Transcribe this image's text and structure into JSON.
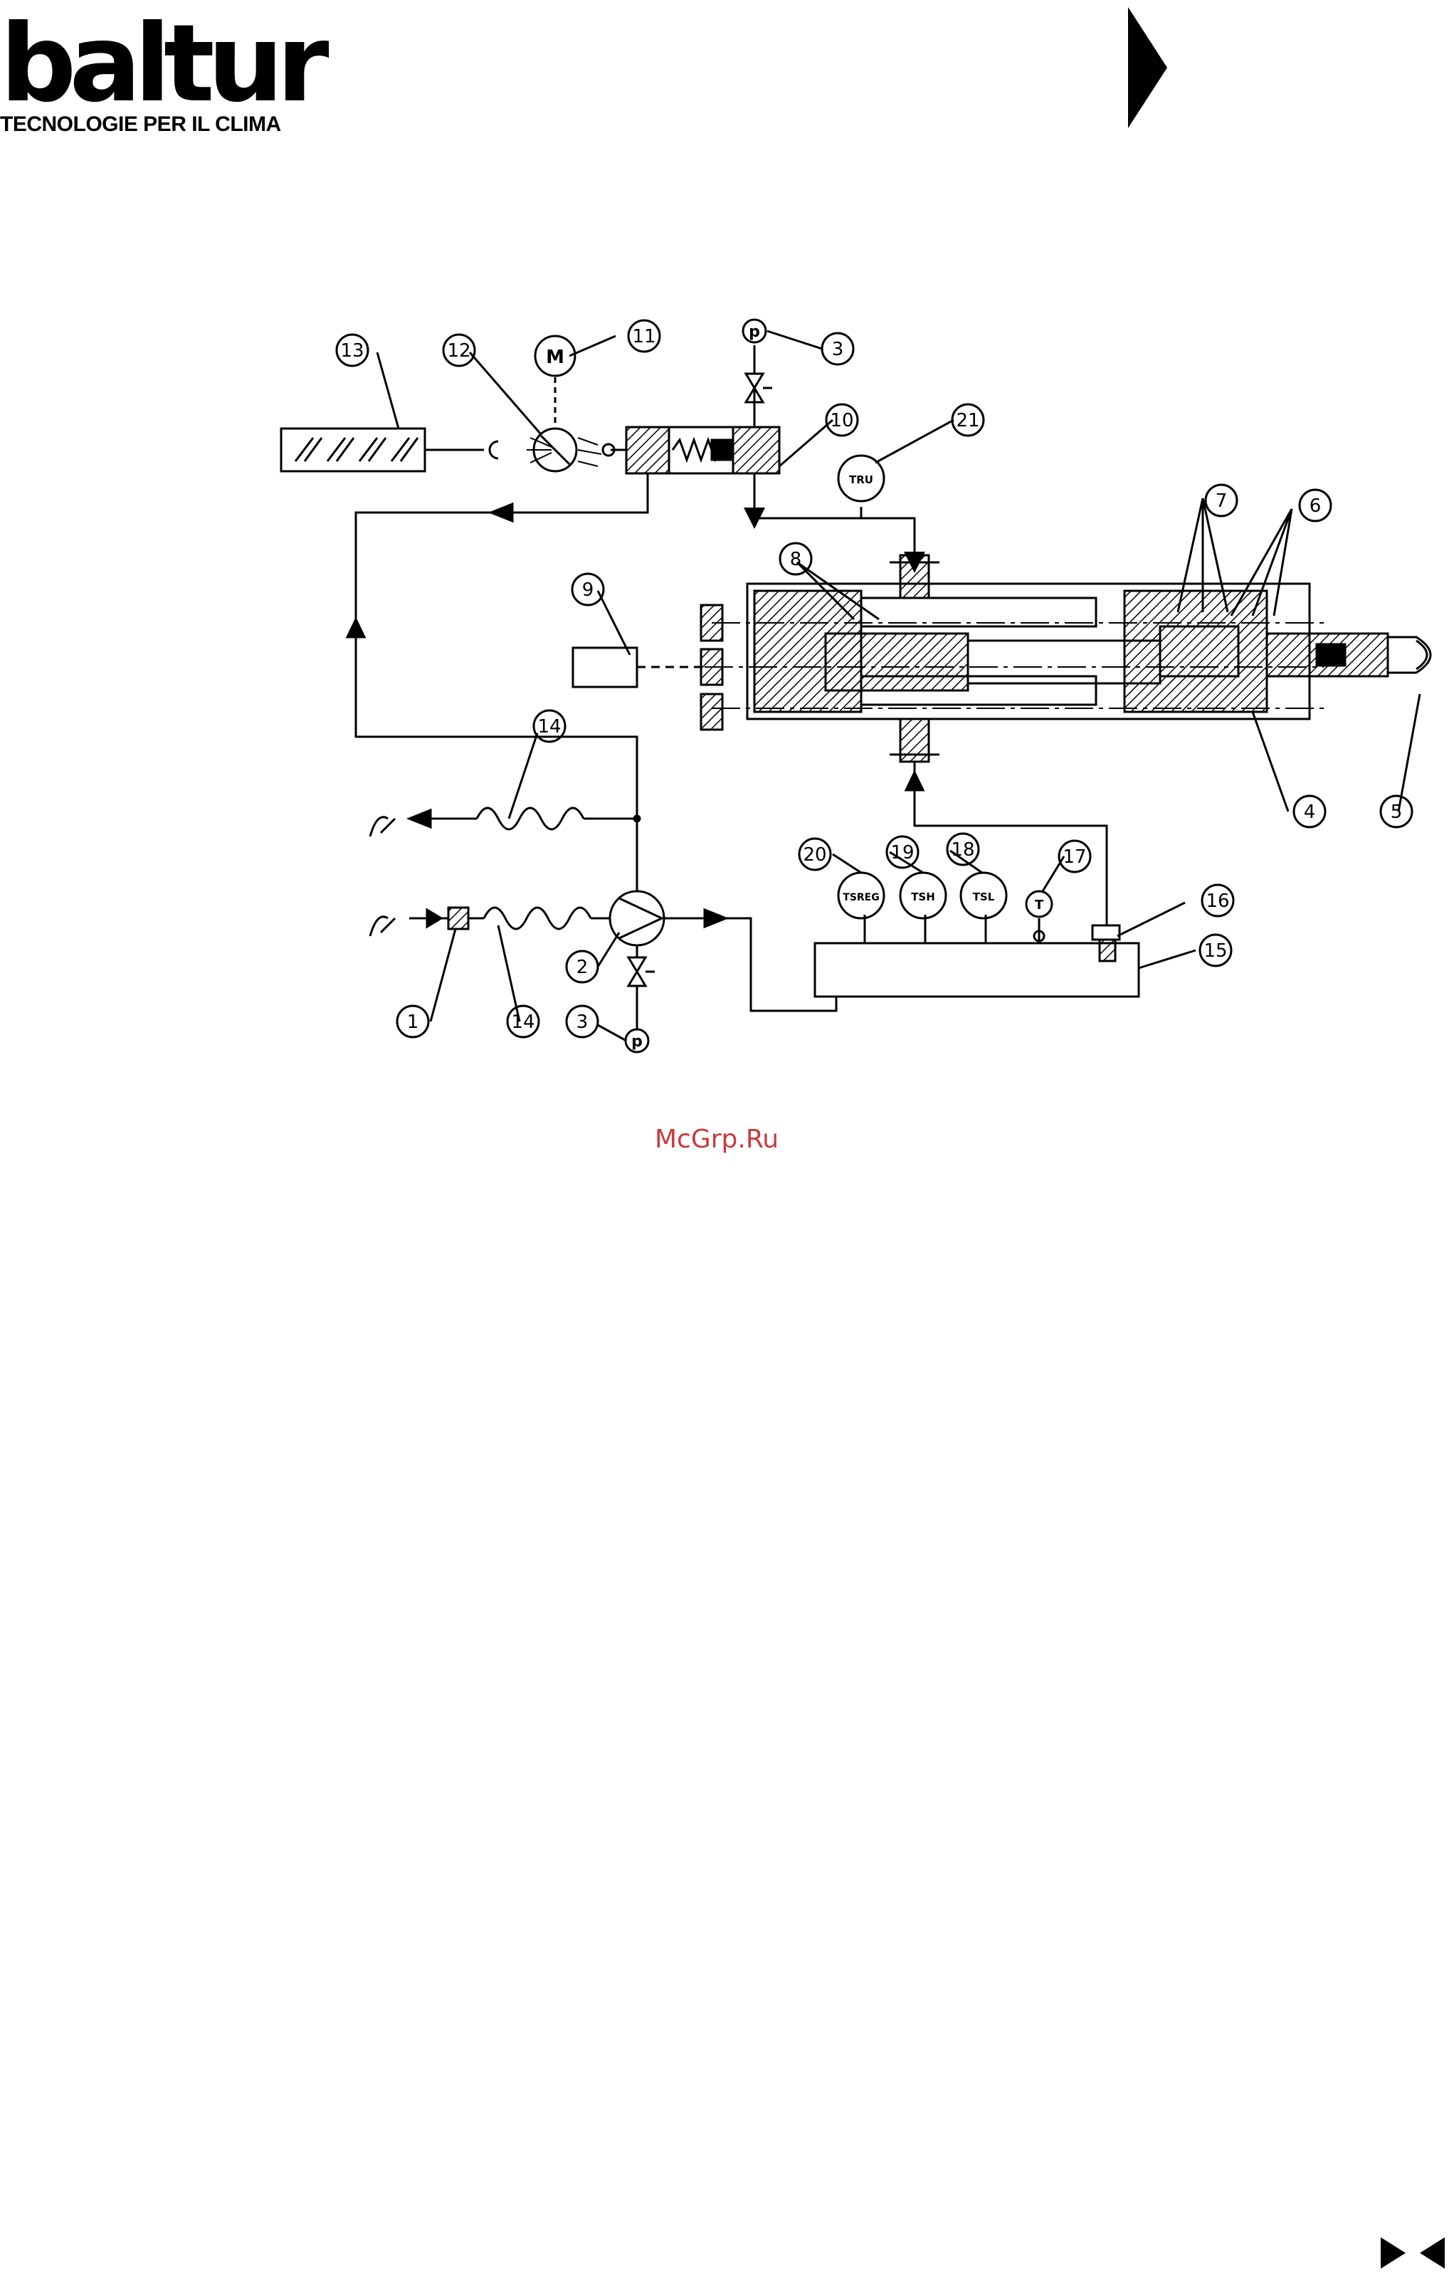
{
  "header": {
    "brand": "baltur",
    "tagline": "TECNOLOGIE PER IL CLIMA"
  },
  "diagram": {
    "callouts": [
      "1",
      "2",
      "3",
      "3",
      "4",
      "5",
      "6",
      "7",
      "8",
      "9",
      "10",
      "11",
      "12",
      "13",
      "14",
      "14",
      "15",
      "16",
      "17",
      "18",
      "19",
      "20",
      "21"
    ],
    "gauges": {
      "motor": "M",
      "pressure_top": "p",
      "pressure_bottom": "p",
      "tru": "TRU",
      "tsreg": "TSREG",
      "tsh": "TSH",
      "tsl": "TSL",
      "t": "T"
    }
  },
  "watermark": "McGrp.Ru",
  "colors": {
    "ink": "#000000",
    "watermark": "#c83a3a"
  }
}
